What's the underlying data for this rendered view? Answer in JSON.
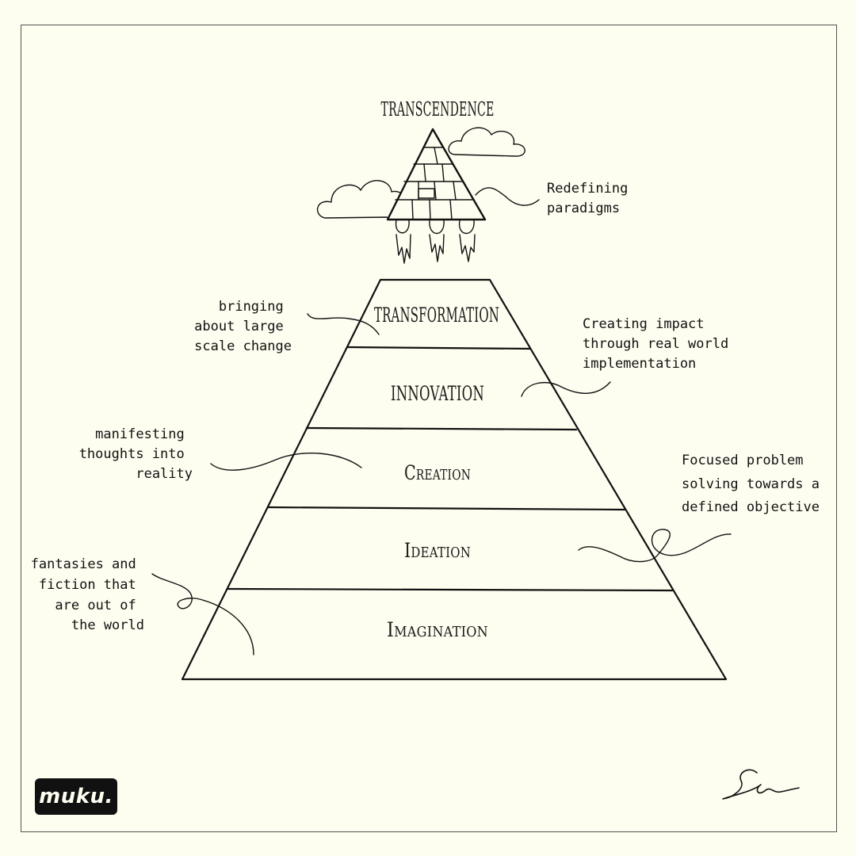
{
  "levels": {
    "transcendence": "TRANSCENDENCE",
    "transformation": "TRANSFORMATION",
    "innovation": "INNOVATION",
    "creation": "Creation",
    "ideation": "Ideation",
    "imagination": "Imagination"
  },
  "notes": {
    "transcendence": [
      "Redefining",
      "paradigms"
    ],
    "transformation": [
      "bringing",
      "about large",
      "scale change"
    ],
    "innovation": [
      "Creating impact",
      "through real world",
      "implementation"
    ],
    "creation": [
      "manifesting",
      "thoughts into",
      "reality"
    ],
    "ideation": [
      "Focused problem",
      "solving towards a",
      "defined objective"
    ],
    "imagination": [
      "fantasies and",
      "fiction that",
      "are out of",
      "the world"
    ]
  },
  "brand": {
    "logo_text": "muku.",
    "signature_icon": "signature-icon"
  }
}
